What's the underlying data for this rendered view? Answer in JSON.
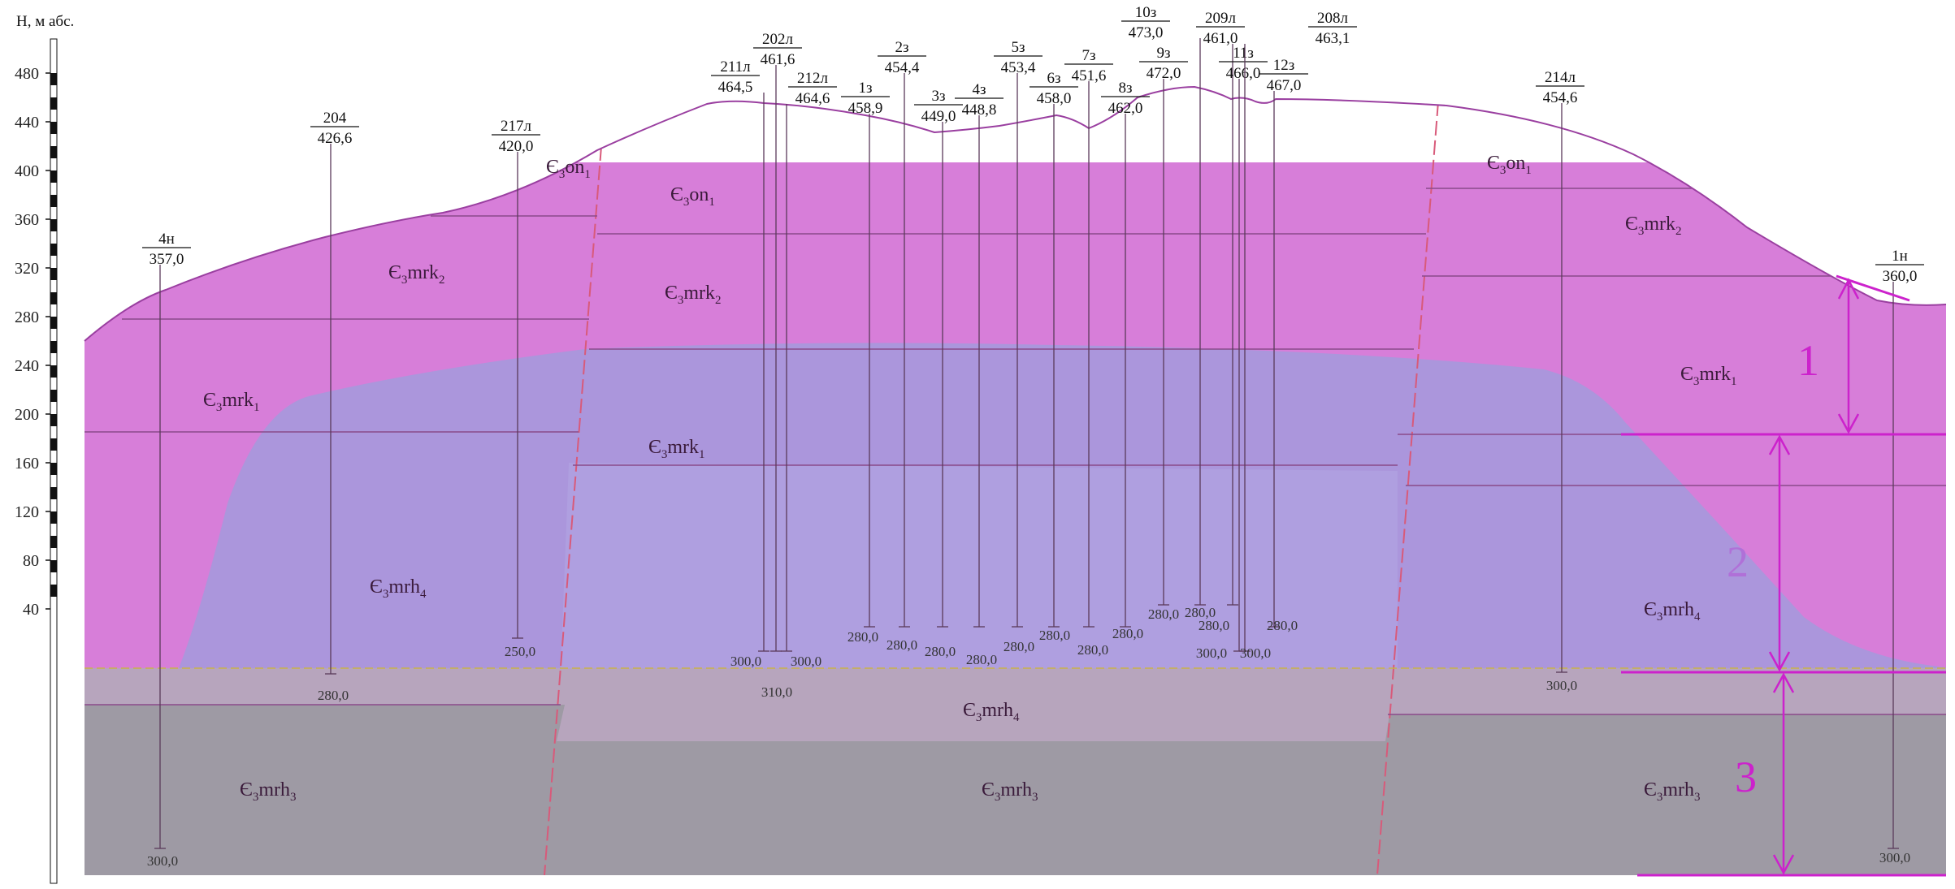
{
  "axis": {
    "title": "Н, м абс.",
    "ticks": [
      "480",
      "440",
      "400",
      "360",
      "320",
      "280",
      "240",
      "200",
      "160",
      "120",
      "80",
      "40"
    ]
  },
  "wells": [
    {
      "id": "4н",
      "elev": "357,0",
      "depth": "300,0"
    },
    {
      "id": "204",
      "elev": "426,6",
      "depth": "280,0"
    },
    {
      "id": "217л",
      "elev": "420,0",
      "depth": "250,0"
    },
    {
      "id": "211л",
      "elev": "464,5",
      "depth": "300,0"
    },
    {
      "id": "202л",
      "elev": "461,6",
      "depth": "310,0"
    },
    {
      "id": "212л",
      "elev": "464,6",
      "depth": "300,0"
    },
    {
      "id": "1з",
      "elev": "458,9",
      "depth": "280,0"
    },
    {
      "id": "2з",
      "elev": "454,4",
      "depth": "280,0"
    },
    {
      "id": "3з",
      "elev": "449,0",
      "depth": "280,0"
    },
    {
      "id": "4з",
      "elev": "448,8",
      "depth": "280,0"
    },
    {
      "id": "5з",
      "elev": "453,4",
      "depth": "280,0"
    },
    {
      "id": "6з",
      "elev": "458,0",
      "depth": "280,0"
    },
    {
      "id": "7з",
      "elev": "451,6",
      "depth": "280,0"
    },
    {
      "id": "8з",
      "elev": "462,0",
      "depth": "280,0"
    },
    {
      "id": "9з",
      "elev": "472,0",
      "depth": "280,0"
    },
    {
      "id": "10з",
      "elev": "473,0",
      "depth": "280,0"
    },
    {
      "id": "209л",
      "elev": "461,0",
      "depth": "280,0"
    },
    {
      "id": "11з",
      "elev": "466,0",
      "depth": "300,0"
    },
    {
      "id": "208л",
      "elev": "463,1",
      "depth": "300,0"
    },
    {
      "id": "12з",
      "elev": "467,0",
      "depth": "280,0"
    },
    {
      "id": "214л",
      "elev": "454,6",
      "depth": "300,0"
    },
    {
      "id": "1н",
      "elev": "360,0",
      "depth": "300,0"
    }
  ],
  "strata": {
    "on1": {
      "base": "Є",
      "sub": "3",
      "name": "on",
      "idx": "1"
    },
    "mrk2": {
      "base": "Є",
      "sub": "3",
      "name": "mrk",
      "idx": "2"
    },
    "mrk1": {
      "base": "Є",
      "sub": "3",
      "name": "mrk",
      "idx": "1"
    },
    "mrh4": {
      "base": "Є",
      "sub": "3",
      "name": "mrh",
      "idx": "4"
    },
    "mrh3": {
      "base": "Є",
      "sub": "3",
      "name": "mrh",
      "idx": "3"
    }
  },
  "zones": [
    "1",
    "2",
    "3"
  ],
  "colors": {
    "zone_accent": "#cc22cc",
    "zone2_text": "#b070d8",
    "upper_layer": "#d77ed9",
    "blue_layer": "#a898dc",
    "lower_layer": "#b7a5bd",
    "basement": "#9e9aa4"
  }
}
